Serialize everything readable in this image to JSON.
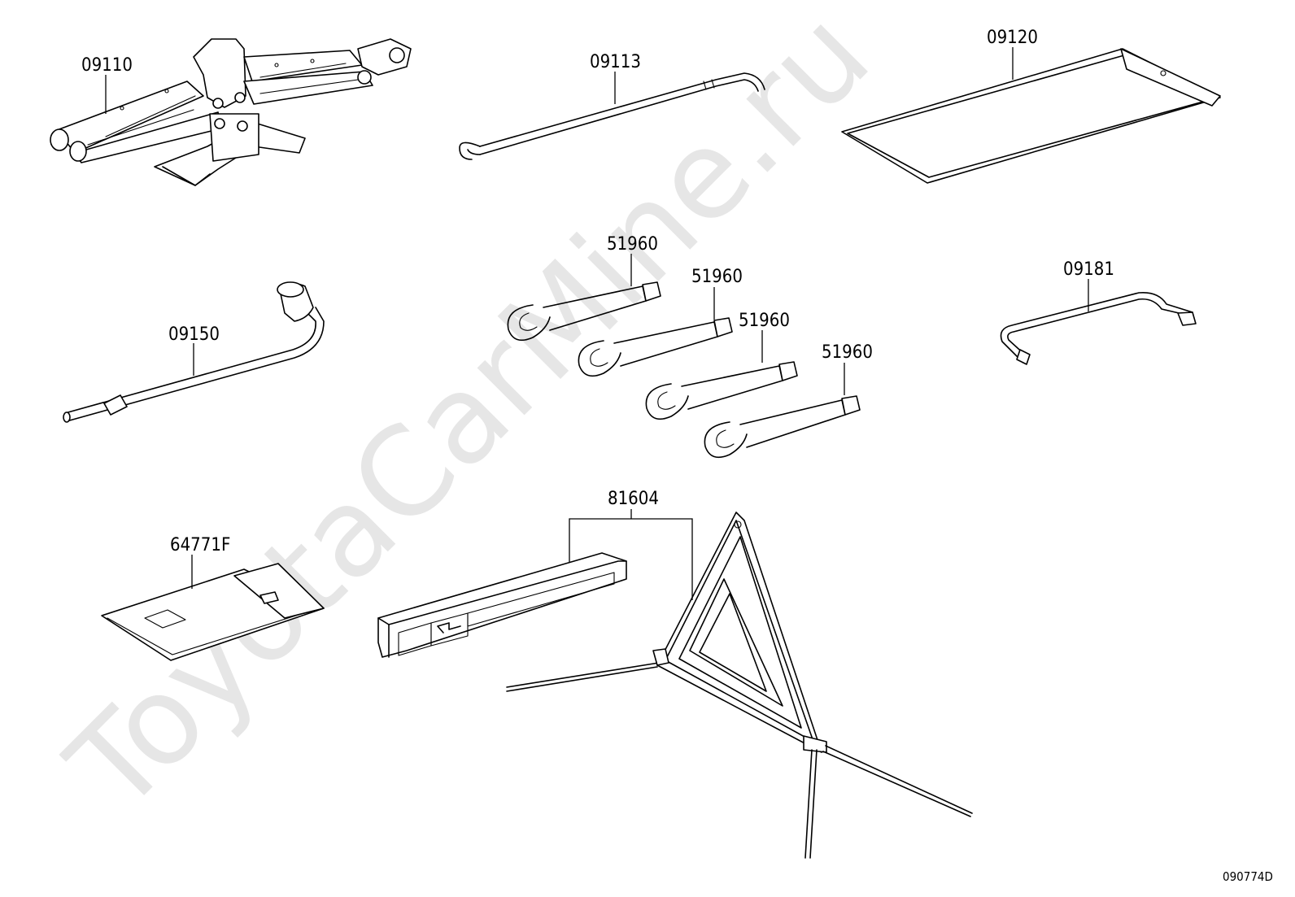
{
  "watermark": "ToyotaCarMine.ru",
  "drawing_code": "090774D",
  "parts": [
    {
      "name": "part-label-09110",
      "number": "09110"
    },
    {
      "name": "part-label-09113",
      "number": "09113"
    },
    {
      "name": "part-label-09120",
      "number": "09120"
    },
    {
      "name": "part-label-09150",
      "number": "09150"
    },
    {
      "name": "part-label-51960-a",
      "number": "51960"
    },
    {
      "name": "part-label-51960-b",
      "number": "51960"
    },
    {
      "name": "part-label-51960-c",
      "number": "51960"
    },
    {
      "name": "part-label-51960-d",
      "number": "51960"
    },
    {
      "name": "part-label-09181",
      "number": "09181"
    },
    {
      "name": "part-label-81604",
      "number": "81604"
    },
    {
      "name": "part-label-64771F",
      "number": "64771F"
    }
  ]
}
